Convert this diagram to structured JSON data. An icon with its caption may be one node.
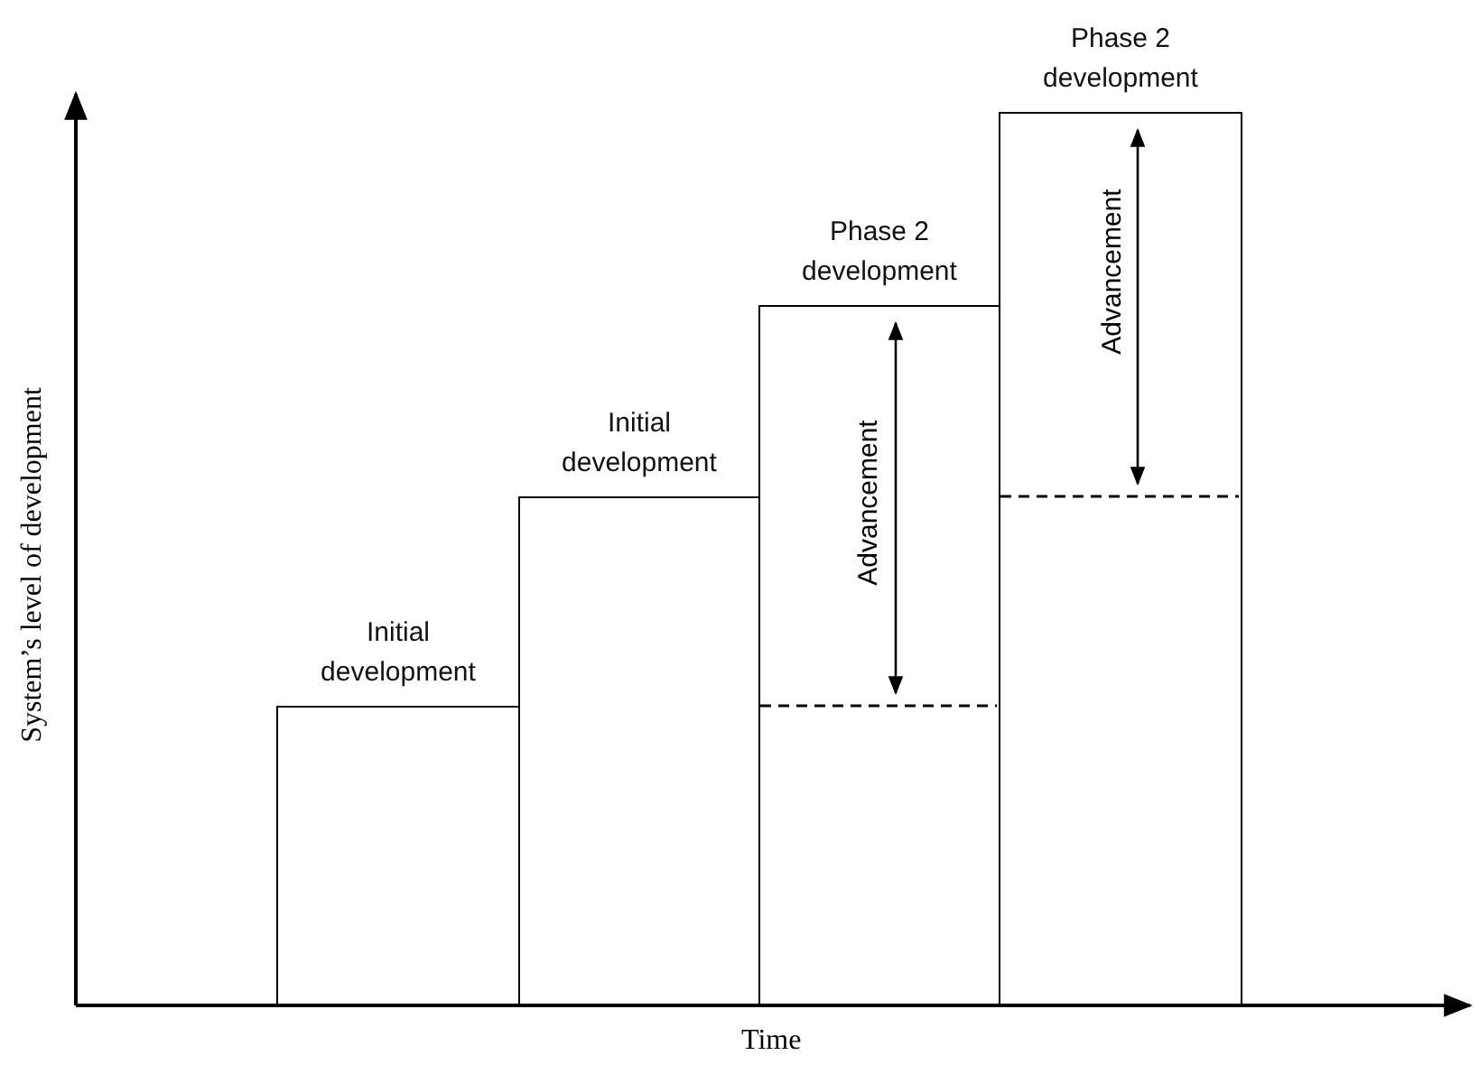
{
  "diagram": {
    "nodes": [
      {
        "text": [
          "Initial development"
        ]
      },
      {
        "text": [
          "Initial development"
        ]
      },
      {
        "text": [
          "Phase 2 development"
        ]
      },
      {
        "text": [
          "Phase 2 development"
        ]
      }
    ],
    "labels": [
      "Advancement",
      "Advancement",
      "System’s level of development",
      "Time"
    ]
  }
}
